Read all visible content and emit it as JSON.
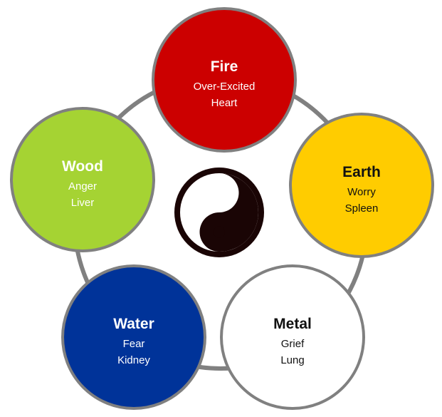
{
  "elements": [
    {
      "id": "fire",
      "name": "Fire",
      "emotion": "Over-Excited",
      "organ": "Heart",
      "fill": "#cc0000",
      "text_color": "#ffffff"
    },
    {
      "id": "earth",
      "name": "Earth",
      "emotion": "Worry",
      "organ": "Spleen",
      "fill": "#ffcc00",
      "text_color": "#111111"
    },
    {
      "id": "metal",
      "name": "Metal",
      "emotion": "Grief",
      "organ": "Lung",
      "fill": "#ffffff",
      "text_color": "#111111"
    },
    {
      "id": "water",
      "name": "Water",
      "emotion": "Fear",
      "organ": "Kidney",
      "fill": "#003399",
      "text_color": "#ffffff"
    },
    {
      "id": "wood",
      "name": "Wood",
      "emotion": "Anger",
      "organ": "Liver",
      "fill": "#a5d333",
      "text_color": "#ffffff"
    }
  ],
  "colors": {
    "ring": "#808080",
    "yin": "#1a0505",
    "yang": "#ffffff"
  },
  "center_icon": "yin-yang-icon"
}
